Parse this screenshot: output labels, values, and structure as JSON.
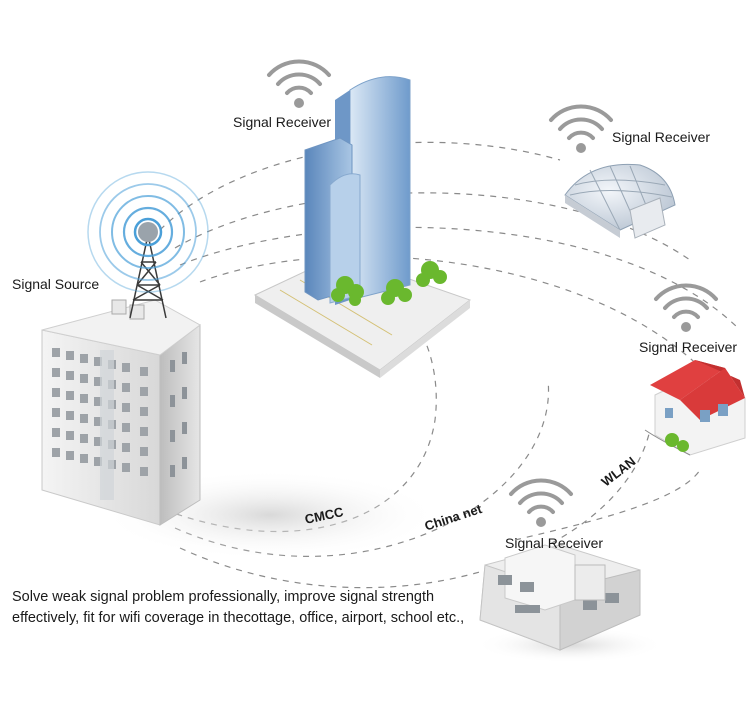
{
  "labels": {
    "source": "Signal Source",
    "receiver_tower": "Signal Receiver",
    "receiver_dome": "Signal Receiver",
    "receiver_house": "Signal Receiver",
    "receiver_office": "Signal Receiver"
  },
  "networks": {
    "cmcc": "CMCC",
    "chinanet": "China net",
    "wlan": "WLAN"
  },
  "caption": "Solve weak signal problem professionally, improve signal strength effectively, fit for wifi coverage in thecottage, office, airport, school etc.,",
  "icons": [
    "broadcast-antenna-icon",
    "wifi-icon",
    "building-icon",
    "house-icon"
  ],
  "colors": {
    "wifi_gray": "#9a9a9a",
    "broadcast_blue": "#4a9fd8",
    "tower_blue": "#8fb3d9",
    "roof_red": "#e04040",
    "grass_green": "#6ab82e"
  }
}
